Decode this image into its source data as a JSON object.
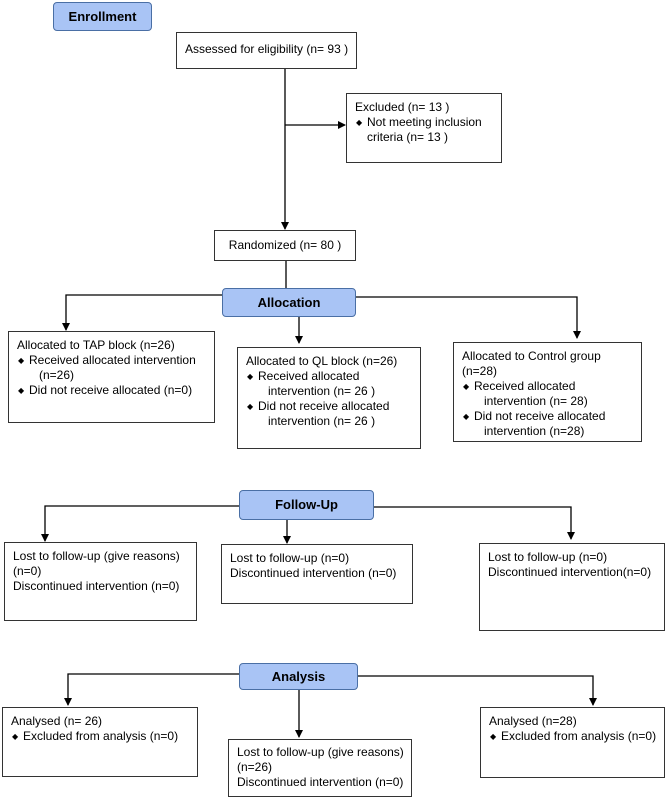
{
  "stages": {
    "enrollment": "Enrollment",
    "allocation": "Allocation",
    "followup": "Follow-Up",
    "analysis": "Analysis"
  },
  "enrollment": {
    "assessed": "Assessed for eligibility (n= 93 )",
    "excluded_title": "Excluded  (n= 13 )",
    "excluded_reason_1": "Not meeting inclusion",
    "excluded_reason_2": "criteria (n= 13 )",
    "randomized": "Randomized (n= 80 )"
  },
  "allocation": {
    "tap": {
      "title": "Allocated to TAP block (n=26)",
      "received_1": "Received allocated intervention",
      "received_2": "(n=26)",
      "not_received": "Did not receive allocated (n=0)"
    },
    "ql": {
      "title": "Allocated to QL block (n=26)",
      "received_1": "Received allocated",
      "received_2": "intervention (n= 26 )",
      "not_received_1": "Did not receive allocated",
      "not_received_2": "intervention (n= 26 )"
    },
    "control": {
      "title_1": "Allocated to Control group",
      "title_2": "(n=28)",
      "received_1": "Received allocated",
      "received_2": "intervention (n= 28)",
      "not_received_1": "Did not receive allocated",
      "not_received_2": "intervention (n=28)"
    }
  },
  "followup": {
    "tap": {
      "line1": "Lost to follow-up (give reasons)",
      "line2": "(n=0)",
      "line3": "Discontinued intervention  (n=0)"
    },
    "ql": {
      "line1": "Lost to follow-up (n=0)",
      "line2": "Discontinued intervention (n=0)"
    },
    "control": {
      "line1": "Lost to follow-up (n=0)",
      "line2": "Discontinued intervention(n=0)"
    }
  },
  "analysis": {
    "tap": {
      "line1": "Analysed  (n= 26)",
      "line2": "Excluded from analysis (n=0)"
    },
    "ql": {
      "line1": "Lost to follow-up (give reasons)",
      "line2": "(n=26)",
      "line3": "Discontinued intervention (n=0)"
    },
    "control": {
      "line1": "Analysed  (n=28)",
      "line2": "Excluded from analysis (n=0)"
    }
  }
}
